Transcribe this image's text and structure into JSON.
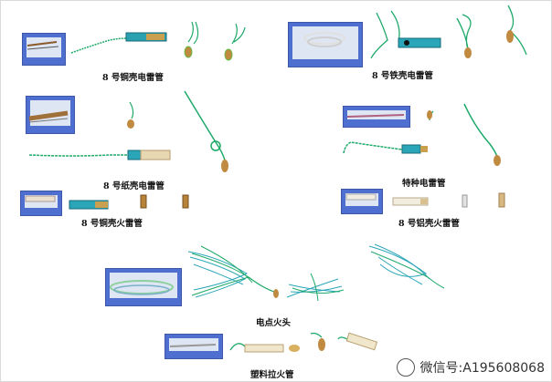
{
  "captions": {
    "cu_shell_electric": "8 号铜壳电雷管",
    "fe_shell_electric": "8 号铁壳电雷管",
    "paper_shell_electric": "8 号纸壳电雷管",
    "special_electric": "特种电雷管",
    "cu_shell_fire": "8 号铜壳火雷管",
    "al_shell_fire": "8 号铝壳火雷管",
    "electric_igniter": "电点火头",
    "plastic_pull_tube": "塑料拉火管"
  },
  "watermark": {
    "text": "微信号:A195608068",
    "icon": "wechat-logo-icon"
  },
  "colors": {
    "wire_green": "#1fa96a",
    "wire_teal": "#2aa6b8",
    "scale_blue": "#4f6fd0",
    "copper": "#b7823a",
    "paper": "#e8d7b3"
  }
}
